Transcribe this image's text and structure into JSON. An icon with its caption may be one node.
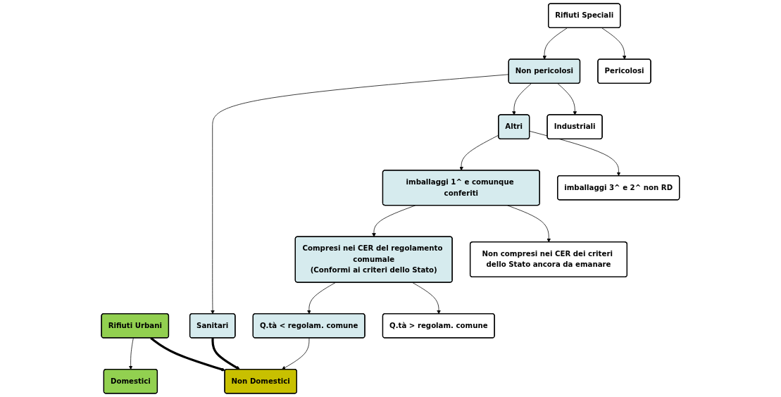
{
  "diagram": {
    "nodes": [
      {
        "text": [
          "Rifiuti Urbani"
        ]
      },
      {
        "text": [
          "Rifiuti Speciali"
        ]
      },
      {
        "text": [
          "Domestici"
        ]
      },
      {
        "text": [
          "Non pericolosi"
        ]
      },
      {
        "text": [
          "Pericolosi"
        ]
      },
      {
        "text": [
          "Sanitari"
        ]
      },
      {
        "text": [
          "Altri"
        ]
      },
      {
        "text": [
          "Industriali"
        ]
      },
      {
        "text": [
          "imballaggi 1^ e comunque conferiti"
        ]
      },
      {
        "text": [
          "imballaggi 3^ e 2^ non RD"
        ]
      },
      {
        "text": [
          "Compresi nei CER del regolamento comumale",
          "(Conformi ai criteri dello Stato)"
        ]
      },
      {
        "text": [
          "Non compresi nei CER dei criteri dello Stato ancora da emanare"
        ]
      },
      {
        "text": [
          "Q.tà < regolam. comune"
        ]
      },
      {
        "text": [
          "Q.tà > regolam. comune"
        ]
      },
      {
        "text": [
          "Non Domestici"
        ]
      }
    ],
    "edges": [
      {
        "from": 0,
        "to": 2,
        "arrow": "to"
      },
      {
        "from": 0,
        "to": 14,
        "arrow": "to",
        "style": "thick"
      },
      {
        "from": 1,
        "to": 3,
        "arrow": "to"
      },
      {
        "from": 1,
        "to": 4,
        "arrow": "to"
      },
      {
        "from": 3,
        "to": 5,
        "arrow": "to"
      },
      {
        "from": 3,
        "to": 6,
        "arrow": "to"
      },
      {
        "from": 3,
        "to": 7,
        "arrow": "to"
      },
      {
        "from": 6,
        "to": 8,
        "arrow": "to"
      },
      {
        "from": 6,
        "to": 9,
        "arrow": "to"
      },
      {
        "from": 8,
        "to": 10,
        "arrow": "to"
      },
      {
        "from": 8,
        "to": 11,
        "arrow": "to"
      },
      {
        "from": 10,
        "to": 12,
        "arrow": "to"
      },
      {
        "from": 10,
        "to": 13,
        "arrow": "to"
      },
      {
        "from": 5,
        "to": 14,
        "arrow": "to",
        "style": "thick"
      },
      {
        "from": 12,
        "to": 14,
        "arrow": "to"
      }
    ]
  }
}
